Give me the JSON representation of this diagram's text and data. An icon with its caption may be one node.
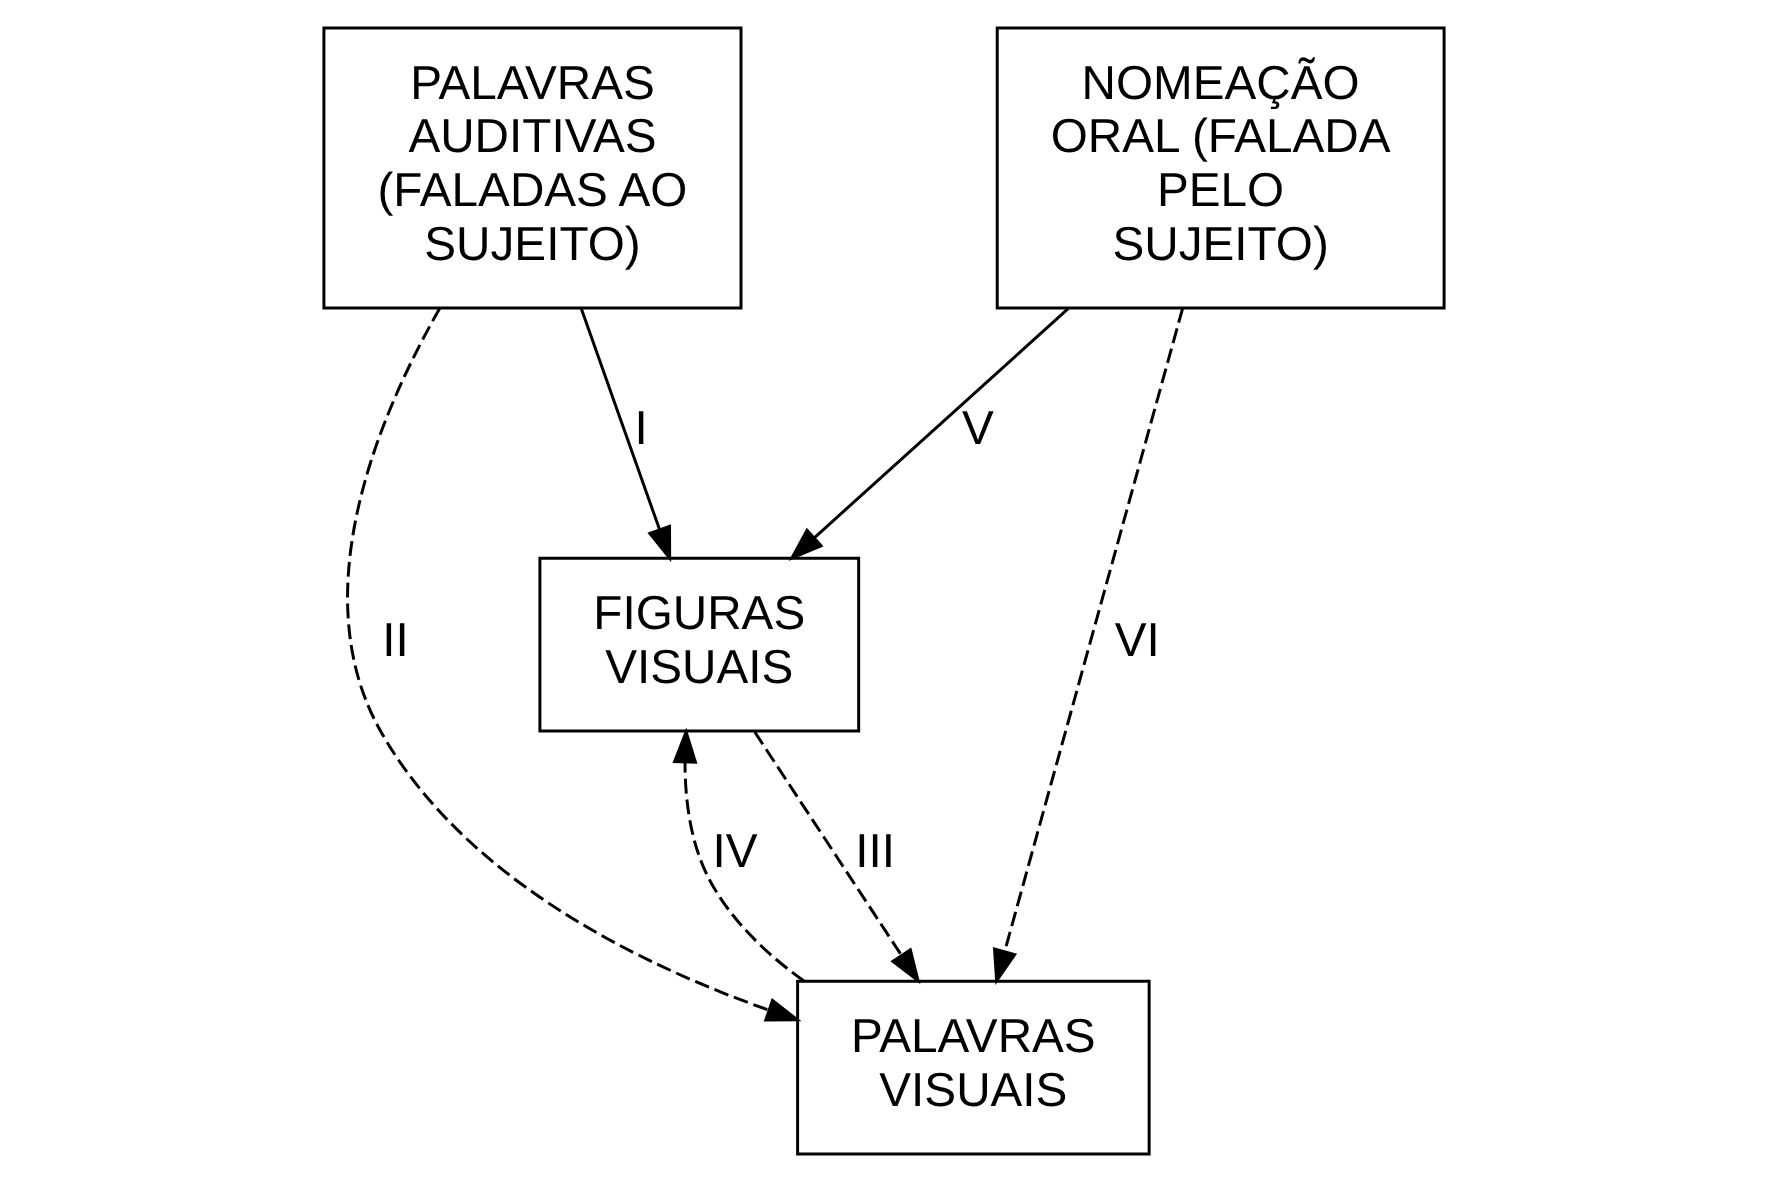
{
  "diagram": {
    "nodes": [
      {
        "text": [
          "FIGURAS VISUAIS"
        ]
      },
      {
        "text": [
          "PALAVRAS AUDITIVAS (FALADAS AO SUJEITO)"
        ]
      },
      {
        "text": [
          "NOMEAÇÃO ORAL (FALADA PELO SUJEITO)"
        ]
      },
      {
        "text": [
          "PALAVRAS VISUAIS"
        ]
      }
    ],
    "edges": [
      {
        "from": 1,
        "to": 0,
        "arrow": "to",
        "label": "I"
      },
      {
        "from": 1,
        "to": 3,
        "arrow": "to",
        "label": "II",
        "style": "dashed"
      },
      {
        "from": 0,
        "to": 3,
        "arrow": "to",
        "label": "III",
        "style": "dashed"
      },
      {
        "from": 3,
        "to": 0,
        "arrow": "to",
        "label": "IV",
        "style": "dashed"
      },
      {
        "from": 2,
        "to": 0,
        "arrow": "to",
        "label": "V"
      },
      {
        "from": 2,
        "to": 3,
        "arrow": "to",
        "label": "VI",
        "style": "dashed"
      }
    ]
  }
}
